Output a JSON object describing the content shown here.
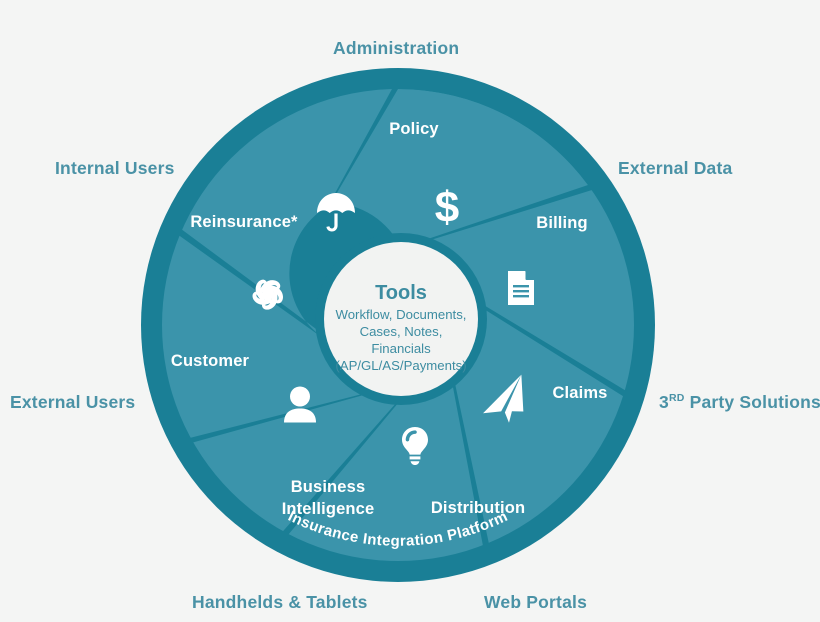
{
  "diagram": {
    "title": "Insurance Integration Platform",
    "ring_text": "Insurance Integration Platform",
    "colors": {
      "background": "#f4f5f4",
      "ring": "#1a7f96",
      "blade": "#3b94ab",
      "blade_alt": "#3d97ae",
      "core_fill": "#f2f3f2",
      "core_text": "#3d8ca1",
      "outer_label": "#4a92a6",
      "segment_label": "#ffffff"
    }
  },
  "core": {
    "title": "Tools",
    "lines": [
      "Workflow, Documents,",
      "Cases, Notes,",
      "Financials",
      "(AP/GL/AS/Payments)"
    ]
  },
  "segments": [
    {
      "id": "policy",
      "label": "Policy",
      "icon": "umbrella-icon"
    },
    {
      "id": "billing",
      "label": "Billing",
      "icon": "dollar-icon"
    },
    {
      "id": "claims",
      "label": "Claims",
      "icon": "document-icon"
    },
    {
      "id": "distribution",
      "label": "Distribution",
      "icon": "paper-plane-icon"
    },
    {
      "id": "business-intelligence",
      "label_line1": "Business",
      "label_line2": "Intelligence",
      "label": "Business Intelligence",
      "icon": "lightbulb-icon"
    },
    {
      "id": "customer",
      "label": "Customer",
      "icon": "person-icon"
    },
    {
      "id": "reinsurance",
      "label": "Reinsurance*",
      "icon": "hurricane-icon"
    }
  ],
  "outer_labels": [
    {
      "id": "administration",
      "text": "Administration"
    },
    {
      "id": "internal-users",
      "text": "Internal Users"
    },
    {
      "id": "external-data",
      "text": "External Data"
    },
    {
      "id": "external-users",
      "text": "External Users"
    },
    {
      "id": "third-party-solutions",
      "text_main": "Party Solutions",
      "prefix": "3",
      "sup": "RD",
      "text": "3RD Party Solutions"
    },
    {
      "id": "handhelds-tablets",
      "text": "Handhelds & Tablets"
    },
    {
      "id": "web-portals",
      "text": "Web Portals"
    }
  ]
}
